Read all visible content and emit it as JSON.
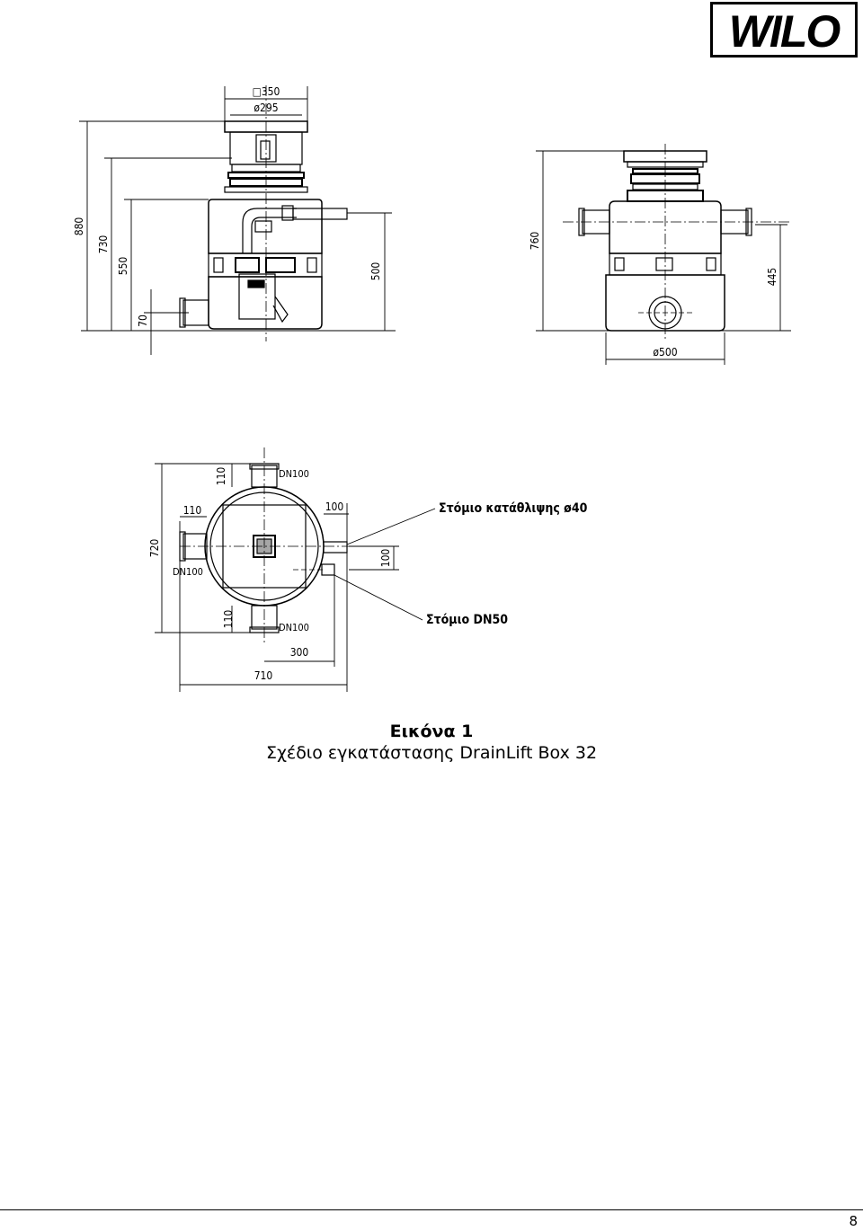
{
  "brand": {
    "logo_text": "WILO"
  },
  "drawing": {
    "dims": {
      "square": "□350",
      "dia_top": "ø295",
      "h880": "880",
      "h730": "730",
      "h550": "550",
      "h70": "70",
      "h500": "500",
      "h760": "760",
      "h445": "445",
      "dia_base": "ø500",
      "d110_top": "110",
      "d110_left": "110",
      "d110_bottom": "110",
      "d100_right": "100",
      "d100_vert": "100",
      "d720": "720",
      "d300": "300",
      "d710": "710"
    },
    "labels": {
      "dn100_top": "DN100",
      "dn100_left": "DN100",
      "dn100_bottom": "DN100",
      "discharge": "Στόμιο κατάθλιψης ø40",
      "dn50": "Στόμιο DN50"
    }
  },
  "caption": {
    "title": "Εικόνα 1",
    "subtitle": "Σχέδιο εγκατάστασης DrainLift Box 32"
  },
  "page_number": "8"
}
